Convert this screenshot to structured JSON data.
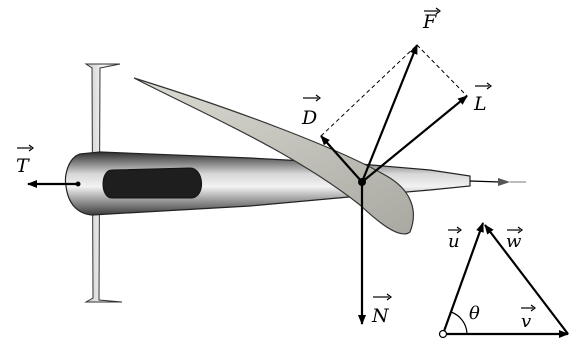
{
  "labels": {
    "force": "F",
    "drag": "D",
    "lift": "L",
    "thrust": "T",
    "normal": "N",
    "u": "u",
    "w": "w",
    "v": "v",
    "theta": "θ"
  },
  "colors": {
    "ink": "#000000",
    "hull_dark": "#3a3a3a",
    "hull_light": "#e8e8e8",
    "sail": "#c9c9c1",
    "cockpit": "#1e1e1e"
  }
}
